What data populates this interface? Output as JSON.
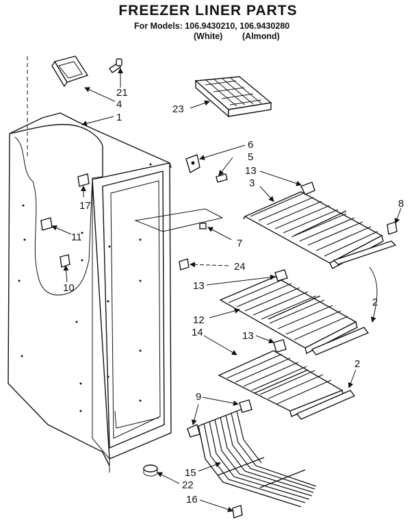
{
  "title": "FREEZER LINER PARTS",
  "models_line": "For Models: 106.9430210, 106.9430280",
  "variants": [
    "(White)",
    "(Almond)"
  ],
  "callouts": [
    {
      "id": "21",
      "text": "21"
    },
    {
      "id": "4",
      "text": "4"
    },
    {
      "id": "1",
      "text": "1"
    },
    {
      "id": "23",
      "text": "23"
    },
    {
      "id": "6",
      "text": "6"
    },
    {
      "id": "5",
      "text": "5"
    },
    {
      "id": "13a",
      "text": "13"
    },
    {
      "id": "3",
      "text": "3"
    },
    {
      "id": "8",
      "text": "8"
    },
    {
      "id": "17",
      "text": "17"
    },
    {
      "id": "11",
      "text": "11"
    },
    {
      "id": "7",
      "text": "7"
    },
    {
      "id": "24",
      "text": "24"
    },
    {
      "id": "10",
      "text": "10"
    },
    {
      "id": "13b",
      "text": "13"
    },
    {
      "id": "2a",
      "text": "2"
    },
    {
      "id": "12",
      "text": "12"
    },
    {
      "id": "14",
      "text": "14"
    },
    {
      "id": "13c",
      "text": "13"
    },
    {
      "id": "2b",
      "text": "2"
    },
    {
      "id": "9",
      "text": "9"
    },
    {
      "id": "15",
      "text": "15"
    },
    {
      "id": "22",
      "text": "22"
    },
    {
      "id": "16",
      "text": "16"
    }
  ]
}
